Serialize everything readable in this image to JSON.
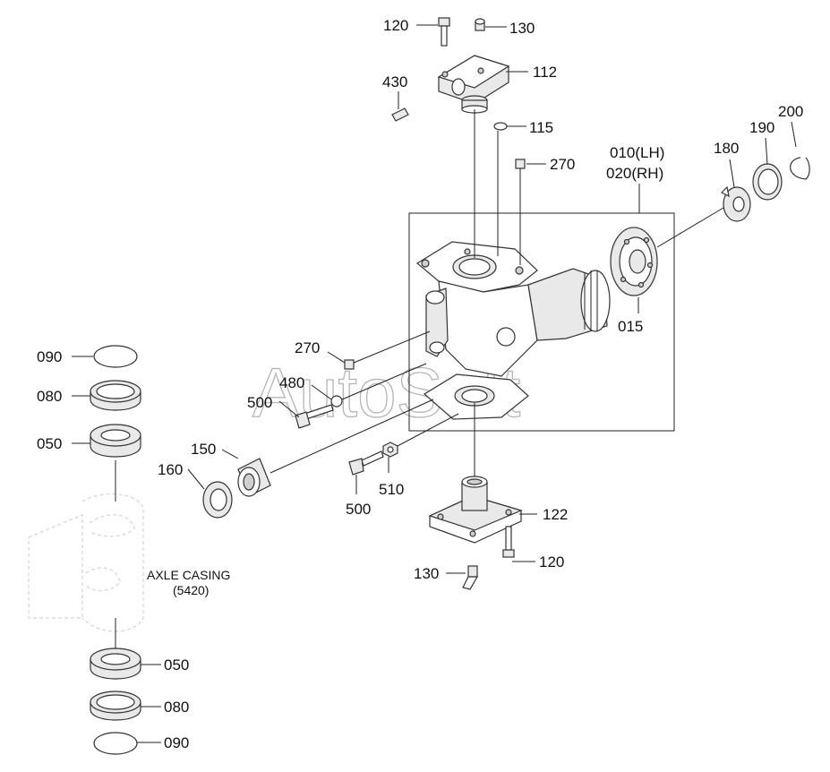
{
  "diagram": {
    "watermark": "AutoSoft",
    "callouts": {
      "p120_top": "120",
      "p130_top": "130",
      "p112": "112",
      "p430": "430",
      "p115": "115",
      "p270_top": "270",
      "p010": "010(LH)",
      "p020": "020(RH)",
      "p180": "180",
      "p190": "190",
      "p200": "200",
      "p015": "015",
      "p270_mid": "270",
      "p480": "480",
      "p500_left": "500",
      "p150": "150",
      "p160": "160",
      "p500_bottom": "500",
      "p510": "510",
      "p122": "122",
      "p120_bottom": "120",
      "p130_bottom": "130",
      "p090_top": "090",
      "p080_top": "080",
      "p050_top": "050",
      "p050_bottom": "050",
      "p080_bottom": "080",
      "p090_bottom": "090"
    },
    "axle_casing": {
      "label": "AXLE CASING",
      "code": "(5420)"
    }
  }
}
